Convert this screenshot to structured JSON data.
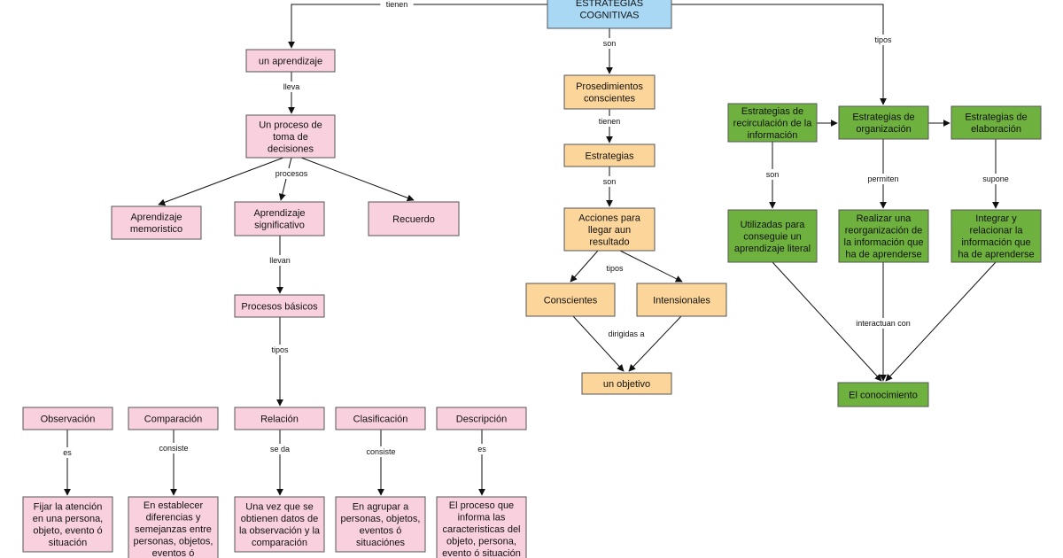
{
  "colors": {
    "pink": "#f9d0de",
    "orange": "#fcd59a",
    "green": "#6fb13e",
    "blue": "#a8d8f4",
    "border": "#555555"
  },
  "nodes": [
    {
      "id": "root",
      "lines": [
        "ESTRATEGIAS",
        "COGNITIVAS"
      ],
      "color": "blue"
    },
    {
      "id": "aprendizaje",
      "lines": [
        "un aprendizaje"
      ],
      "color": "pink"
    },
    {
      "id": "proceso",
      "lines": [
        "Un proceso de",
        "toma de",
        "decisiones"
      ],
      "color": "pink"
    },
    {
      "id": "memoristico",
      "lines": [
        "Aprendizaje",
        "memoristico"
      ],
      "color": "pink"
    },
    {
      "id": "significativo",
      "lines": [
        "Aprendizaje",
        "significativo"
      ],
      "color": "pink"
    },
    {
      "id": "recuerdo",
      "lines": [
        "Recuerdo"
      ],
      "color": "pink"
    },
    {
      "id": "procesos_basicos",
      "lines": [
        "Procesos básicos"
      ],
      "color": "pink"
    },
    {
      "id": "observacion",
      "lines": [
        "Observación"
      ],
      "color": "pink"
    },
    {
      "id": "comparacion",
      "lines": [
        "Comparación"
      ],
      "color": "pink"
    },
    {
      "id": "relacion",
      "lines": [
        "Relación"
      ],
      "color": "pink"
    },
    {
      "id": "clasificacion",
      "lines": [
        "Clasificación"
      ],
      "color": "pink"
    },
    {
      "id": "descripcion",
      "lines": [
        "Descripción"
      ],
      "color": "pink"
    },
    {
      "id": "obs_def",
      "lines": [
        "Fijar la atención",
        "en una persona,",
        "objeto, evento ó",
        "situación"
      ],
      "color": "pink"
    },
    {
      "id": "comp_def",
      "lines": [
        "En establecer",
        "diferencias y",
        "semejanzas entre",
        "personas, objetos,",
        "eventos ó"
      ],
      "color": "pink"
    },
    {
      "id": "rel_def",
      "lines": [
        "Una vez que se",
        "obtienen datos de",
        "la observación y la",
        "comparación"
      ],
      "color": "pink"
    },
    {
      "id": "clas_def",
      "lines": [
        "En agrupar a",
        "personas, objetos,",
        "eventos ó",
        "situaciónes"
      ],
      "color": "pink"
    },
    {
      "id": "desc_def",
      "lines": [
        "El proceso que",
        "informa las",
        "caracteristicas del",
        "objeto, persona,",
        "evento ó situación"
      ],
      "color": "pink"
    },
    {
      "id": "prosedimientos",
      "lines": [
        "Prosedimientos",
        "conscientes"
      ],
      "color": "orange"
    },
    {
      "id": "estrategias",
      "lines": [
        "Estrategias"
      ],
      "color": "orange"
    },
    {
      "id": "acciones",
      "lines": [
        "Acciones para",
        "llegar aun",
        "resultado"
      ],
      "color": "orange"
    },
    {
      "id": "conscientes",
      "lines": [
        "Conscientes"
      ],
      "color": "orange"
    },
    {
      "id": "intensionales",
      "lines": [
        "Intensionales"
      ],
      "color": "orange"
    },
    {
      "id": "objetivo",
      "lines": [
        "un objetivo"
      ],
      "color": "orange"
    },
    {
      "id": "recirculacion",
      "lines": [
        "Estrategias de",
        "recirculación de la",
        "información"
      ],
      "color": "green"
    },
    {
      "id": "organizacion",
      "lines": [
        "Estrategias de",
        "organización"
      ],
      "color": "green"
    },
    {
      "id": "elaboracion",
      "lines": [
        "Estrategias de",
        "elaboración"
      ],
      "color": "green"
    },
    {
      "id": "utilizadas",
      "lines": [
        "Utilizadas para",
        "conseguie un",
        "aprendizaje literal"
      ],
      "color": "green"
    },
    {
      "id": "realizar",
      "lines": [
        "Realizar una",
        "reorganización de",
        "la información que",
        "ha de aprenderse"
      ],
      "color": "green"
    },
    {
      "id": "integrar",
      "lines": [
        "Integrar y",
        "relacionar la",
        "información que",
        "ha de aprenderse"
      ],
      "color": "green"
    },
    {
      "id": "conocimiento",
      "lines": [
        "El conocimiento"
      ],
      "color": "green"
    }
  ],
  "edge_labels": [
    {
      "id": "tienen_root",
      "text": "tienen"
    },
    {
      "id": "son_root",
      "text": "son"
    },
    {
      "id": "tipos_root",
      "text": "tipos"
    },
    {
      "id": "lleva",
      "text": "lleva"
    },
    {
      "id": "procesos",
      "text": "procesos"
    },
    {
      "id": "llevan",
      "text": "llevan"
    },
    {
      "id": "tipos_pb",
      "text": "tipos"
    },
    {
      "id": "es_obs",
      "text": "es"
    },
    {
      "id": "consiste_comp",
      "text": "consiste"
    },
    {
      "id": "se_da",
      "text": "se da"
    },
    {
      "id": "consiste_clas",
      "text": "consiste"
    },
    {
      "id": "es_desc",
      "text": "es"
    },
    {
      "id": "tienen_pro",
      "text": "tienen"
    },
    {
      "id": "son_est",
      "text": "son"
    },
    {
      "id": "tipos_acc",
      "text": "tipos"
    },
    {
      "id": "dirigidas",
      "text": "dirigidas a"
    },
    {
      "id": "son_rec",
      "text": "son"
    },
    {
      "id": "permiten",
      "text": "permiten"
    },
    {
      "id": "supone",
      "text": "supone"
    },
    {
      "id": "interactuan",
      "text": "interactuan con"
    }
  ]
}
